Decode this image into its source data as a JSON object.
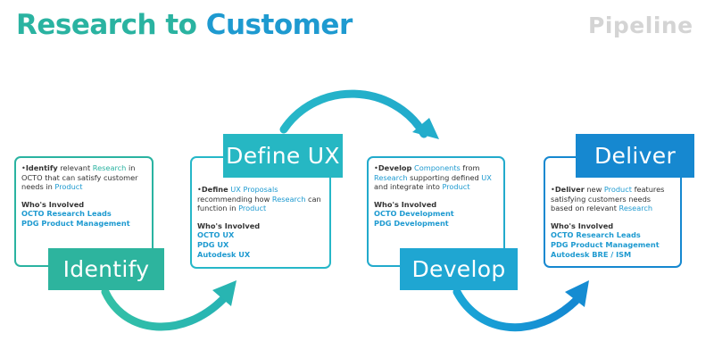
{
  "header": {
    "title_part1": "Research to",
    "title_part2": "Customer",
    "pipeline": "Pipeline"
  },
  "colors": {
    "teal": "#2ab3a1",
    "cyan": "#22b3cc",
    "blue": "#1e9ad0",
    "dark_blue": "#1688d0",
    "highlight": "#1e9ad0"
  },
  "stages": [
    {
      "label": "Identify",
      "desc": [
        {
          "t": "•"
        },
        {
          "t": "Identify",
          "b": true
        },
        {
          "t": " relevant "
        },
        {
          "t": "Research",
          "hl": "teal"
        },
        {
          "t": " in OCTO that can satisfy customer needs in "
        },
        {
          "t": "Product",
          "hl": "blue"
        }
      ],
      "who_title": "Who's Involved",
      "who": [
        "OCTO Research  Leads",
        "PDG Product Management"
      ]
    },
    {
      "label": "Define UX",
      "desc": [
        {
          "t": "•"
        },
        {
          "t": "Define",
          "b": true
        },
        {
          "t": " "
        },
        {
          "t": "UX Proposals",
          "hl": "blue"
        },
        {
          "t": " recommending  how "
        },
        {
          "t": "Research",
          "hl": "blue"
        },
        {
          "t": " can function in "
        },
        {
          "t": "Product",
          "hl": "blue"
        }
      ],
      "who_title": "Who's Involved",
      "who": [
        "OCTO UX",
        "PDG UX",
        "Autodesk UX"
      ]
    },
    {
      "label": "Develop",
      "desc": [
        {
          "t": "•"
        },
        {
          "t": "Develop",
          "b": true
        },
        {
          "t": " "
        },
        {
          "t": "Components",
          "hl": "blue"
        },
        {
          "t": " from "
        },
        {
          "t": "Research",
          "hl": "blue"
        },
        {
          "t": "  supporting defined "
        },
        {
          "t": "UX",
          "hl": "blue"
        },
        {
          "t": " and integrate into "
        },
        {
          "t": "Product",
          "hl": "blue"
        }
      ],
      "who_title": "Who's Involved",
      "who": [
        "OCTO Development",
        "PDG Development"
      ]
    },
    {
      "label": "Deliver",
      "desc": [
        {
          "t": "•"
        },
        {
          "t": "Deliver",
          "b": true
        },
        {
          "t": " new "
        },
        {
          "t": "Product",
          "hl": "blue"
        },
        {
          "t": " features satisfying customers needs based on relevant "
        },
        {
          "t": "Research",
          "hl": "blue"
        }
      ],
      "who_title": "Who's Involved",
      "who": [
        "OCTO Research  Leads",
        "PDG Product Management",
        "Autodesk BRE / ISM"
      ]
    }
  ]
}
